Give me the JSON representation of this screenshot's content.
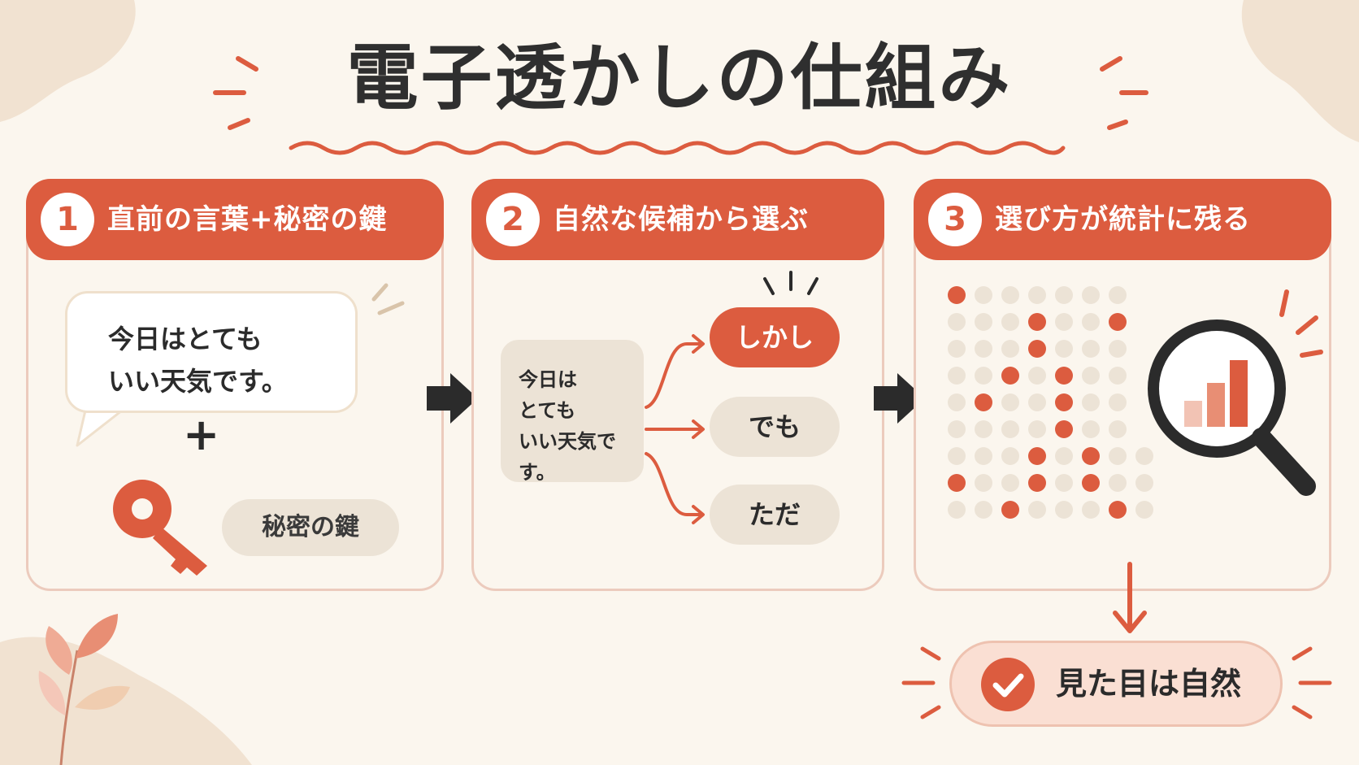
{
  "title": "電子透かしの仕組み",
  "colors": {
    "accent": "#dc5c3f",
    "background": "#fbf6ee",
    "pill": "#ece3d6",
    "text": "#2b2b2b"
  },
  "steps": [
    {
      "number": "1",
      "label": "直前の言葉+秘密の鍵"
    },
    {
      "number": "2",
      "label": "自然な候補から選ぶ"
    },
    {
      "number": "3",
      "label": "選び方が統計に残る"
    }
  ],
  "step1": {
    "bubble_line1": "今日はとても",
    "bubble_line2": "いい天気です。",
    "plus": "+",
    "key_label": "秘密の鍵",
    "key_icon": "key-icon"
  },
  "step2": {
    "input_line1": "今日は",
    "input_line2": "とても",
    "input_line3": "いい天気です。",
    "candidates": [
      "しかし",
      "でも",
      "ただ"
    ],
    "selected_candidate": "しかし"
  },
  "step3": {
    "icon": "magnifier-chart-icon"
  },
  "result": {
    "label": "見た目は自然",
    "icon": "check-icon"
  }
}
